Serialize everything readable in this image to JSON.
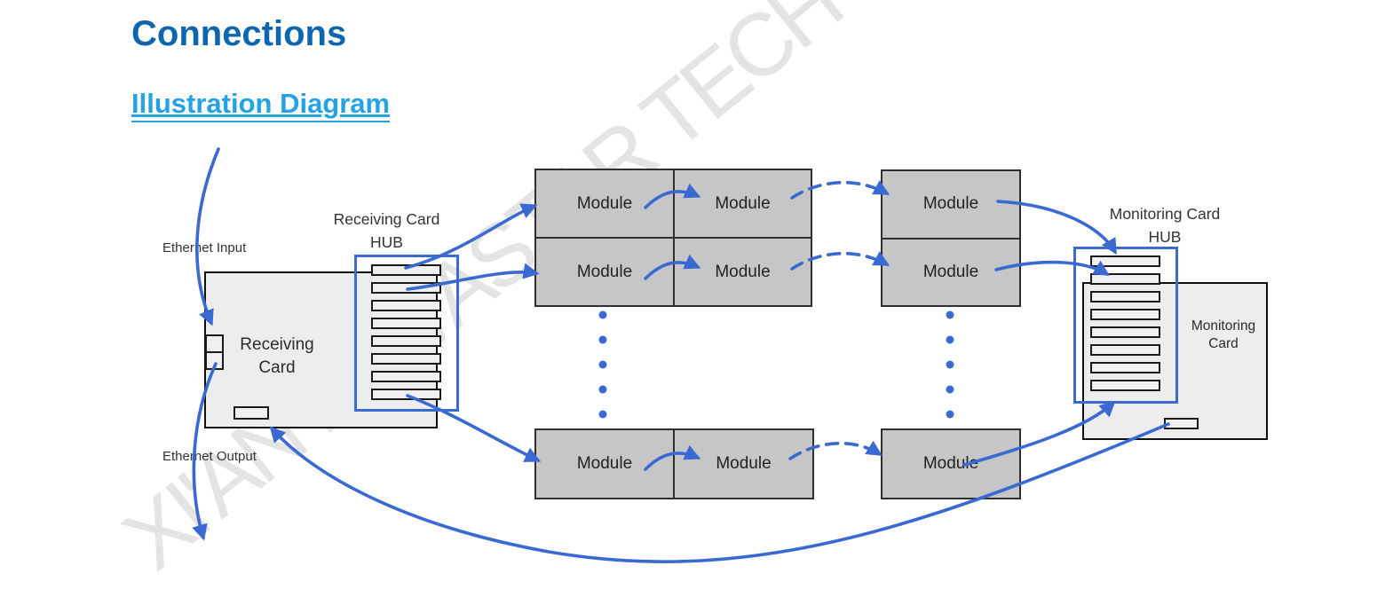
{
  "page": {
    "title": "Connections",
    "subtitle": "Illustration Diagram"
  },
  "watermark": "XI'AN NOVASTAR TECH",
  "colors": {
    "heading": "#0d66ae",
    "link": "#24a3e4",
    "arrow": "#3a6ad1",
    "module_fill": "#c6c6c6",
    "module_border": "#2f2f2f",
    "card_fill": "#ededed",
    "card_border": "#111111",
    "slot_fill": "#f0f0f0",
    "slot_border": "#1a1a1a",
    "hub_border": "#3b6ad3",
    "watermark": "#e4e4e4",
    "label_text": "#333333"
  },
  "diagram": {
    "ethernet_input": "Ethernet Input",
    "ethernet_output": "Ethernet Output",
    "receiving_hub": {
      "line1": "Receiving Card",
      "line2": "HUB"
    },
    "receiving_card": {
      "line1": "Receiving",
      "line2": "Card"
    },
    "monitoring_hub": {
      "line1": "Monitoring Card",
      "line2": "HUB"
    },
    "monitoring_card": {
      "line1": "Monitoring",
      "line2": "Card"
    },
    "module_label": "Module",
    "module_count": 9,
    "hub_slots_per_card": 8
  }
}
